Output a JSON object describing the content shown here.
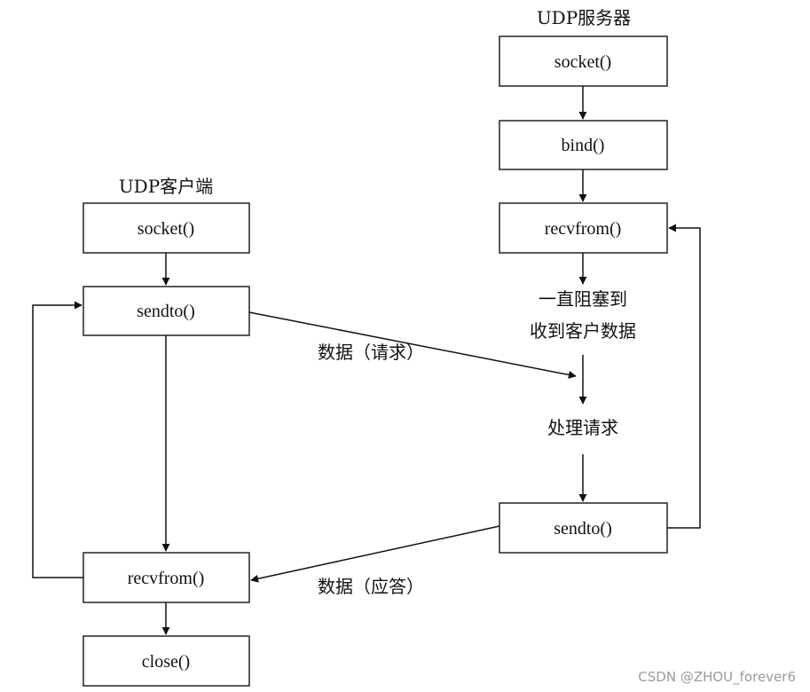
{
  "server": {
    "title": "UDP服务器",
    "socket": "socket()",
    "bind": "bind()",
    "recvfrom": "recvfrom()",
    "block_line1": "一直阻塞到",
    "block_line2": "收到客户数据",
    "process": "处理请求",
    "sendto": "sendto()"
  },
  "client": {
    "title": "UDP客户端",
    "socket": "socket()",
    "sendto": "sendto()",
    "recvfrom": "recvfrom()",
    "close": "close()"
  },
  "messages": {
    "request": "数据（请求）",
    "response": "数据（应答）"
  },
  "watermark": "CSDN @ZHOU_forever6",
  "colors": {
    "stroke": "#111111",
    "background": "#ffffff",
    "watermark": "#9a9a9a"
  }
}
